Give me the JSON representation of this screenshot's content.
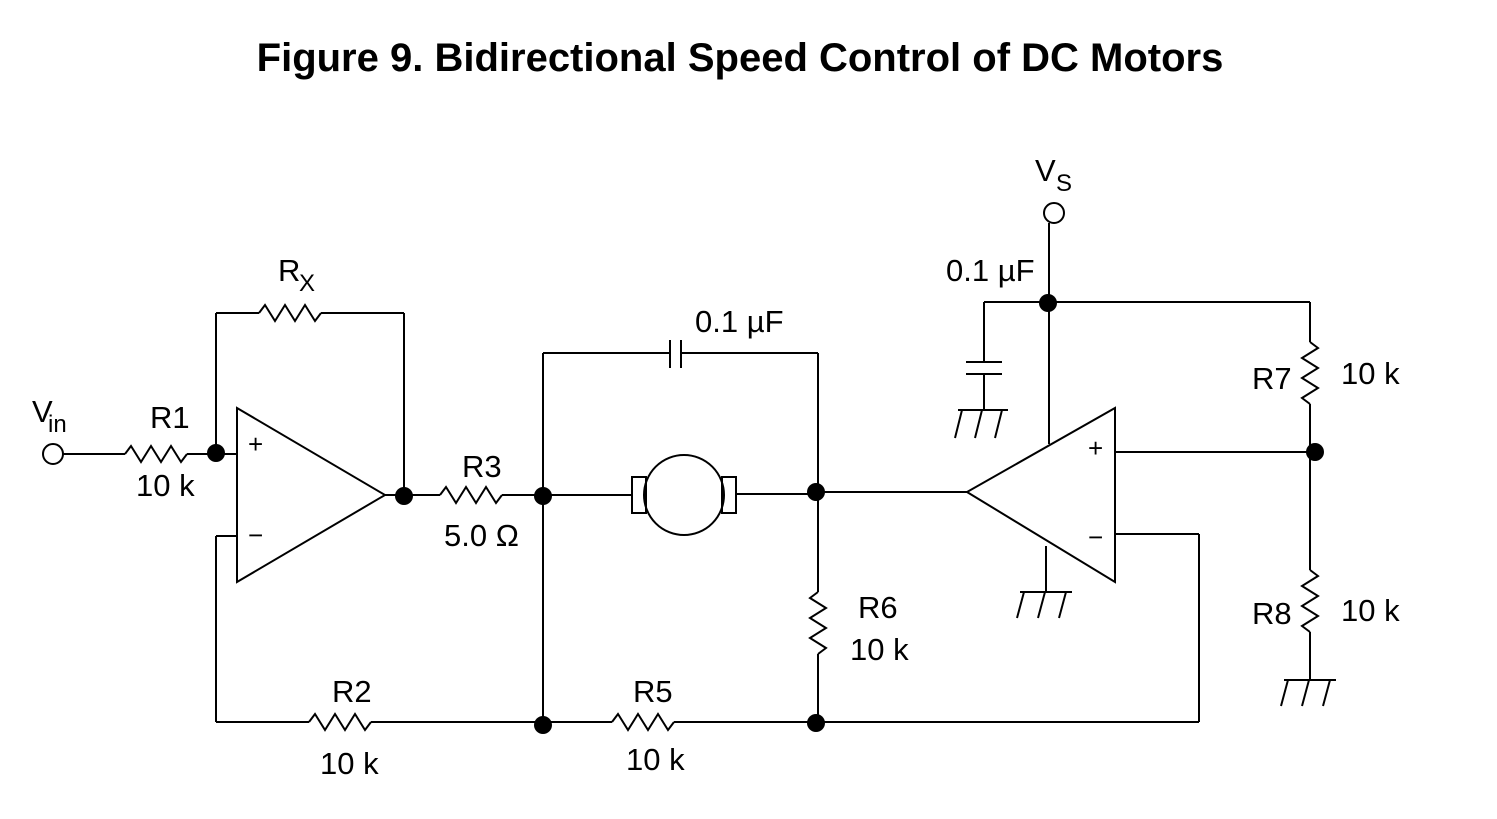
{
  "title": "Figure 9. Bidirectional Speed Control of DC Motors",
  "vin": {
    "main": "V",
    "sub": "in"
  },
  "vs": {
    "main": "V",
    "sub": "S"
  },
  "rx": {
    "main": "R",
    "sub": "X"
  },
  "r1": {
    "name": "R1",
    "value": "10 k"
  },
  "r2": {
    "name": "R2",
    "value": "10 k"
  },
  "r3": {
    "name": "R3",
    "value": "5.0 Ω"
  },
  "r5": {
    "name": "R5",
    "value": "10 k"
  },
  "r6": {
    "name": "R6",
    "value": "10 k"
  },
  "r7": {
    "name": "R7",
    "value": "10 k"
  },
  "r8": {
    "name": "R8",
    "value": "10 k"
  },
  "cap_feedback": {
    "value": "0.1 µF"
  },
  "cap_supply": {
    "value": "0.1 µF"
  },
  "opamp": {
    "plus": "+",
    "minus": "−"
  }
}
